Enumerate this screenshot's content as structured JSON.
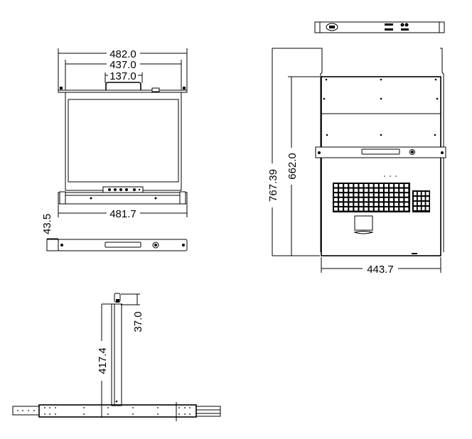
{
  "title": "Rack-mount LCD KVM console dimension drawing",
  "units": "mm",
  "front_view": {
    "overall_width": "482.0",
    "inner_width": "437.0",
    "handle_width": "137.0",
    "body_width": "481.7",
    "height_1u": "43.5"
  },
  "side_view": {
    "overall_depth": "767.39",
    "body_depth": "662.0",
    "body_width": "443.7"
  },
  "rail_view": {
    "rail_length": "417.4",
    "bracket_offset": "37.0"
  }
}
